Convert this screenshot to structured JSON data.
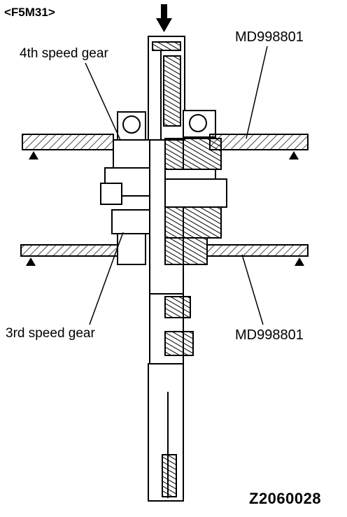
{
  "model_tag": "<F5M31>",
  "labels": {
    "fourth_gear": "4th speed gear",
    "third_gear": "3rd speed gear",
    "tool_top": "MD998801",
    "tool_bottom": "MD998801"
  },
  "figure_id": "Z2060028",
  "icons": {
    "press_arrow": "down-arrow-icon",
    "support_marks": "triangle-icon"
  },
  "colors": {
    "ink": "#000000",
    "background": "#ffffff"
  }
}
